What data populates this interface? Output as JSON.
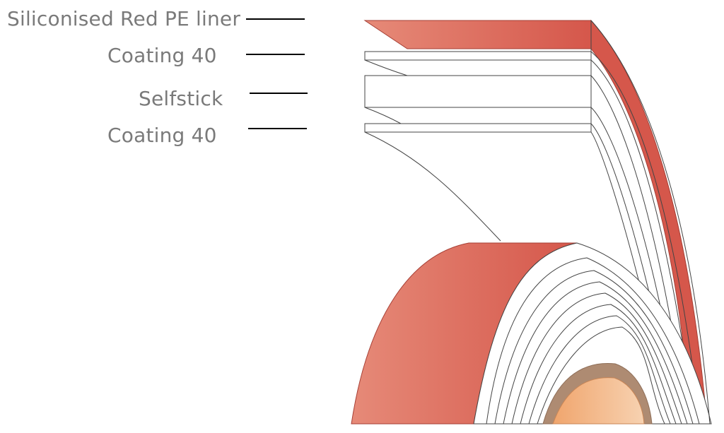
{
  "labels": [
    "Siliconised Red PE liner",
    "Coating 40",
    "Selfstick",
    "Coating 40"
  ],
  "colors": {
    "liner_red": "#d5574b",
    "liner_red_light": "#e68a78",
    "label_gray": "#7a7a7a",
    "core_brown": "#ae8b72",
    "core_orange": "#f2b17a"
  },
  "icons": {
    "diagram": "tape-roll-diagram-icon"
  }
}
